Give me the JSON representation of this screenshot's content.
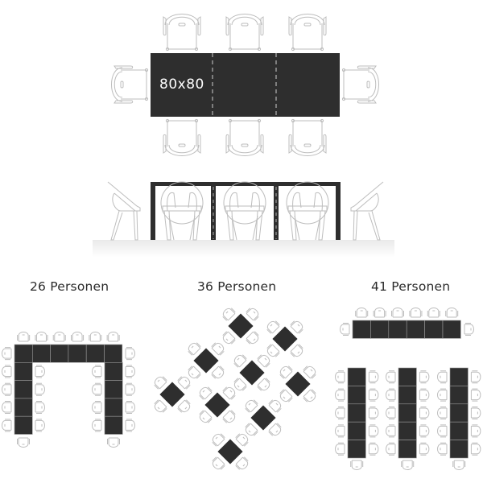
{
  "diagram": {
    "title": "Table configuration overview",
    "colors": {
      "table": "#2e2e2e",
      "chair_stroke": "#bdbdbd",
      "divider": "#cfcfcf",
      "label": "#2a2a2a",
      "floor_top": "#e9e9e9",
      "floor_bottom": "#ffffff"
    },
    "top_view": {
      "module_label": "80x80",
      "modules": 3,
      "chairs_per_long_side": 3,
      "chairs_per_short_side": 1,
      "total_chairs": 8
    },
    "side_view": {
      "modules": 3,
      "chairs_front": 3,
      "chairs_sides": 2
    },
    "layouts": [
      {
        "label": "26 Personen",
        "persons": 26,
        "shape": "u-shape",
        "top_row_modules": 6,
        "leg_modules": 4
      },
      {
        "label": "36 Personen",
        "persons": 36,
        "shape": "diagonal-squares",
        "tables": 9,
        "chairs_per_table": 4
      },
      {
        "label": "41 Personen",
        "persons": 41,
        "shape": "head-table-and-rows",
        "head_table_modules": 6,
        "rows": 3,
        "row_modules": 5
      }
    ]
  }
}
